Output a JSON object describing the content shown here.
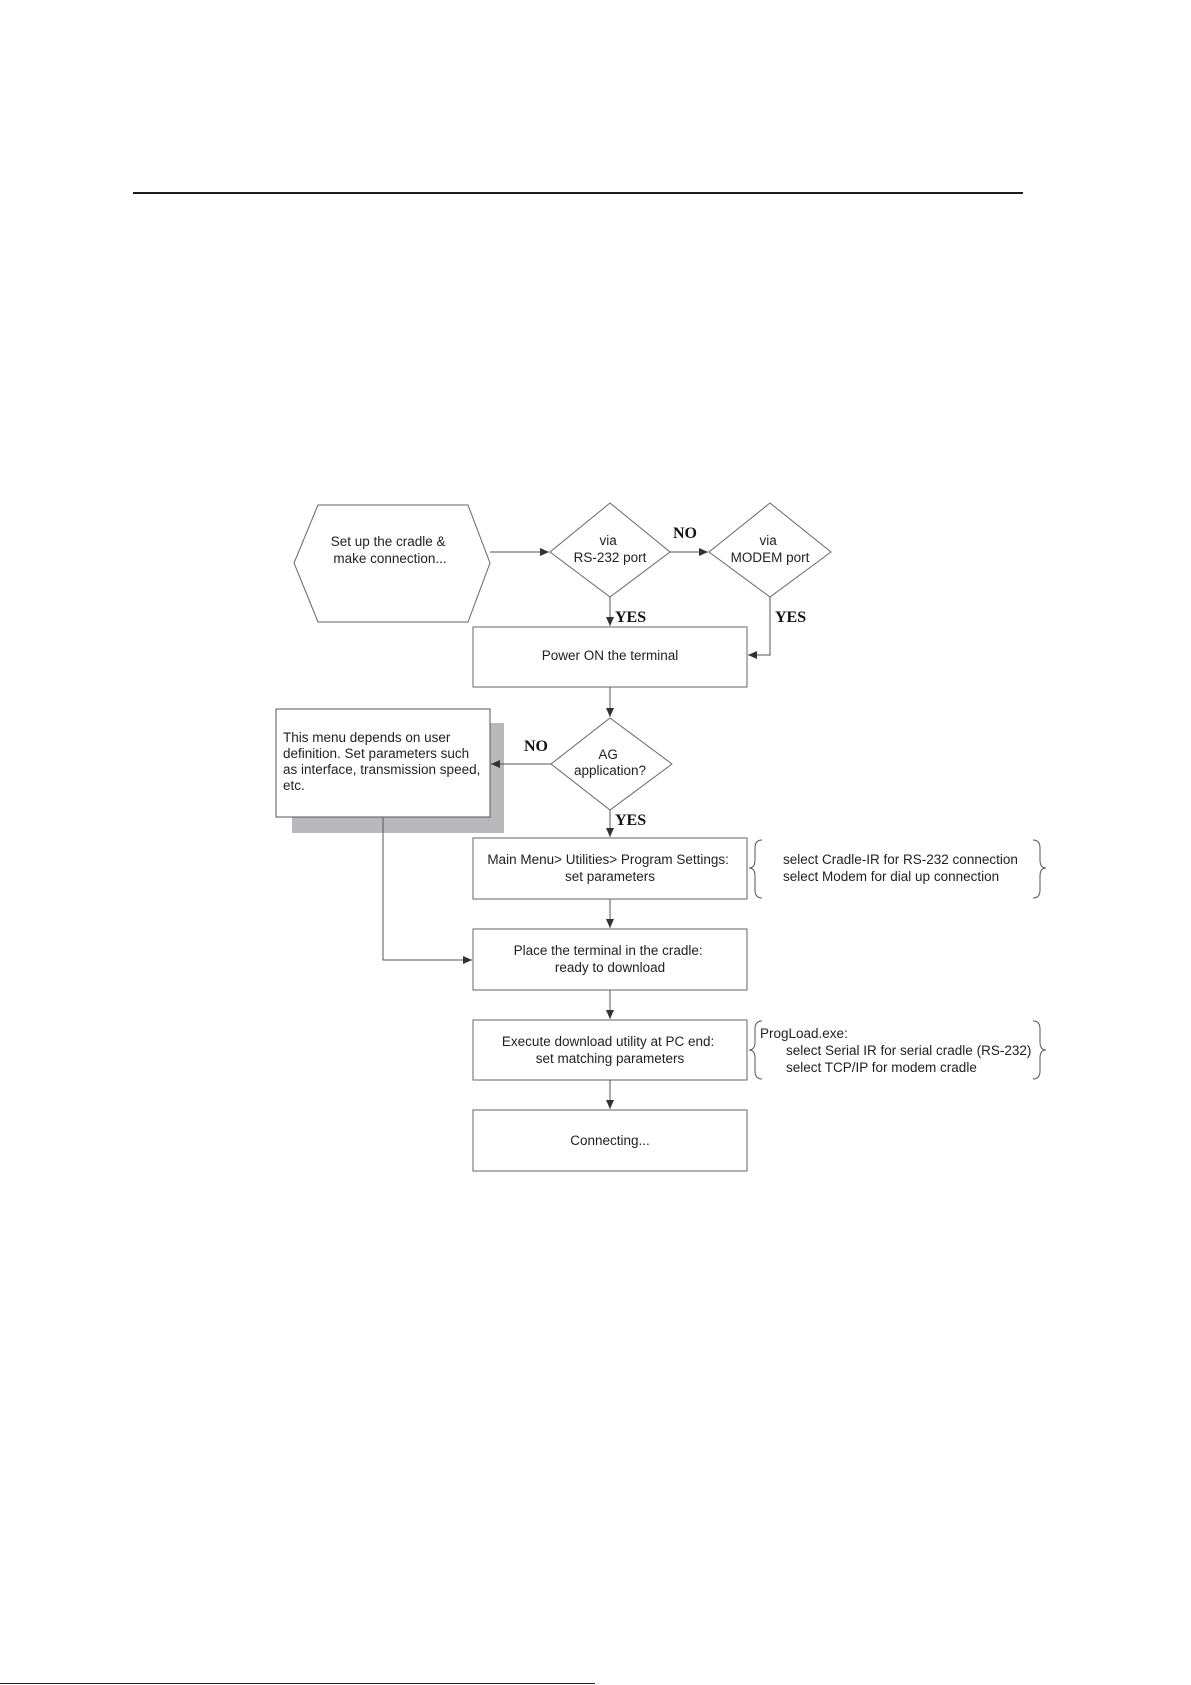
{
  "colors": {
    "line": "#555555",
    "shadow": "#b9b9bd",
    "diagram_bg": "#ffffff",
    "text": "#1f1f1f"
  },
  "nodes": {
    "start": [
      "Set up the cradle &",
      "make connection..."
    ],
    "rs232": [
      "via",
      "RS-232 port"
    ],
    "modem": [
      "via",
      "MODEM port"
    ],
    "power": [
      "Power ON the terminal"
    ],
    "ag": [
      "AG",
      "application?"
    ],
    "user_menu": [
      "This menu depends on user",
      "definition. Set parameters such",
      "as interface, transmission speed,",
      "etc."
    ],
    "main_menu": [
      "Main Menu> Utilities> Program Settings:",
      "set parameters"
    ],
    "place": [
      "Place the terminal in the cradle:",
      "ready to download"
    ],
    "execute": [
      "Execute download utility at PC end:",
      "set matching parameters"
    ],
    "connecting": [
      "Connecting..."
    ]
  },
  "edge_labels": {
    "rs232_no": "NO",
    "rs232_yes": "YES",
    "modem_yes": "YES",
    "ag_no": "NO",
    "ag_yes": "YES"
  },
  "notes": {
    "cradle_select": [
      "select Cradle-IR for RS-232 connection",
      "select Modem for dial up connection"
    ],
    "progload_title": "ProgLoad.exe:",
    "progload_items": [
      "select Serial IR for serial cradle (RS-232)",
      "select TCP/IP for modem cradle"
    ]
  }
}
